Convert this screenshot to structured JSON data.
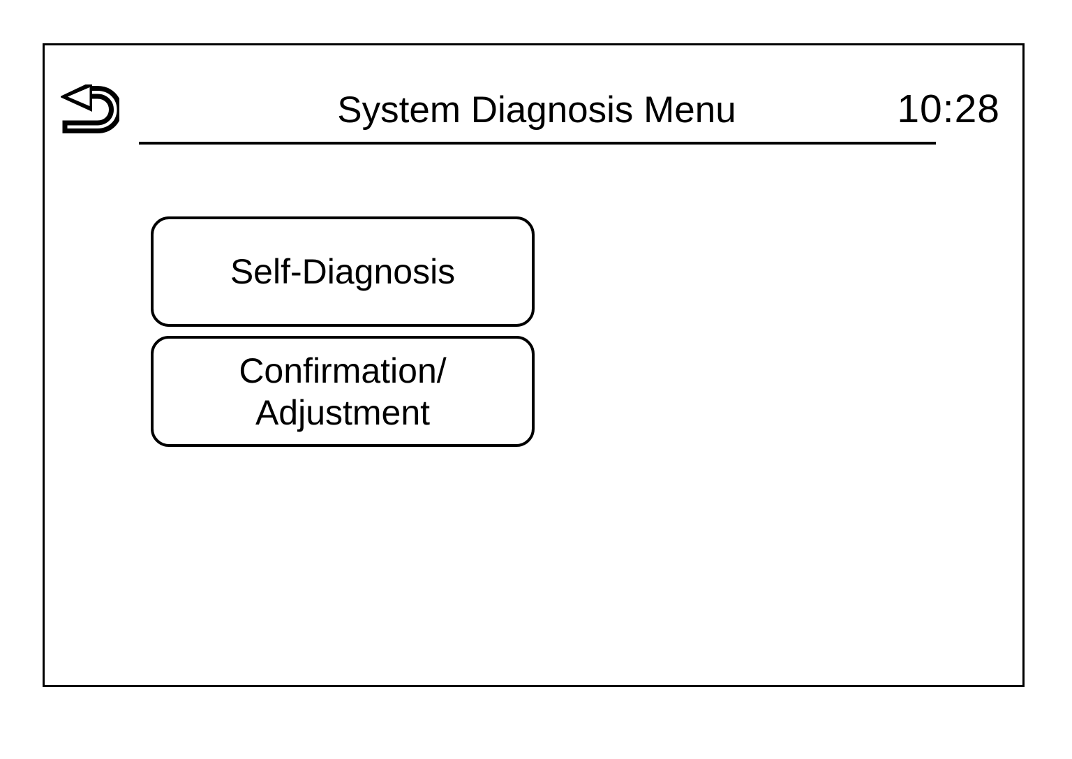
{
  "screen": {
    "name": "System Diagnosis Menu screen",
    "background_color": "#ffffff",
    "stroke_color": "#000000"
  },
  "header": {
    "back_icon": "back-u-turn-arrow-icon",
    "title": "System Diagnosis Menu",
    "clock": "10:28",
    "rule_visible": true
  },
  "main": {
    "buttons": [
      {
        "id": "self-diagnosis",
        "label": "Self-Diagnosis",
        "lines": 1
      },
      {
        "id": "confirmation-adjustment",
        "label": "Confirmation/\nAdjustment",
        "lines": 2
      }
    ]
  }
}
